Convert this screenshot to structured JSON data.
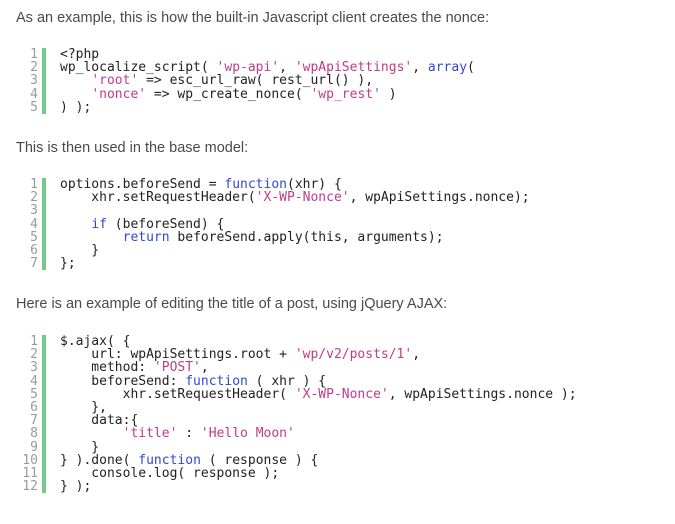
{
  "paragraphs": [
    "As an example, this is how the built-in Javascript client creates the nonce:",
    "This is then used in the base model:",
    "Here is an example of editing the title of a post, using jQuery AJAX:"
  ],
  "code_blocks": [
    {
      "lines": [
        {
          "n": "1",
          "segs": [
            {
              "t": "<?php",
              "c": ""
            }
          ]
        },
        {
          "n": "2",
          "segs": [
            {
              "t": "wp_localize_script( ",
              "c": ""
            },
            {
              "t": "'wp-api'",
              "c": "str"
            },
            {
              "t": ", ",
              "c": ""
            },
            {
              "t": "'wpApiSettings'",
              "c": "str"
            },
            {
              "t": ", ",
              "c": ""
            },
            {
              "t": "array",
              "c": "kw"
            },
            {
              "t": "(",
              "c": ""
            }
          ]
        },
        {
          "n": "3",
          "segs": [
            {
              "t": "    ",
              "c": ""
            },
            {
              "t": "'root'",
              "c": "str"
            },
            {
              "t": " => esc_url_raw( rest_url() ),",
              "c": ""
            }
          ]
        },
        {
          "n": "4",
          "segs": [
            {
              "t": "    ",
              "c": ""
            },
            {
              "t": "'nonce'",
              "c": "str"
            },
            {
              "t": " => wp_create_nonce( ",
              "c": ""
            },
            {
              "t": "'wp_rest'",
              "c": "str"
            },
            {
              "t": " )",
              "c": ""
            }
          ]
        },
        {
          "n": "5",
          "segs": [
            {
              "t": ") );",
              "c": ""
            }
          ]
        }
      ]
    },
    {
      "lines": [
        {
          "n": "1",
          "segs": [
            {
              "t": "options.beforeSend = ",
              "c": ""
            },
            {
              "t": "function",
              "c": "kw"
            },
            {
              "t": "(xhr) {",
              "c": ""
            }
          ]
        },
        {
          "n": "2",
          "segs": [
            {
              "t": "    xhr.setRequestHeader(",
              "c": ""
            },
            {
              "t": "'X-WP-Nonce'",
              "c": "str"
            },
            {
              "t": ", wpApiSettings.nonce);",
              "c": ""
            }
          ]
        },
        {
          "n": "3",
          "segs": []
        },
        {
          "n": "4",
          "segs": [
            {
              "t": "    ",
              "c": ""
            },
            {
              "t": "if",
              "c": "kw"
            },
            {
              "t": " (beforeSend) {",
              "c": ""
            }
          ]
        },
        {
          "n": "5",
          "segs": [
            {
              "t": "        ",
              "c": ""
            },
            {
              "t": "return",
              "c": "kw"
            },
            {
              "t": " beforeSend.apply(this, arguments);",
              "c": ""
            }
          ]
        },
        {
          "n": "6",
          "segs": [
            {
              "t": "    }",
              "c": ""
            }
          ]
        },
        {
          "n": "7",
          "segs": [
            {
              "t": "};",
              "c": ""
            }
          ]
        }
      ]
    },
    {
      "lines": [
        {
          "n": "1",
          "segs": [
            {
              "t": "$.ajax( {",
              "c": ""
            }
          ]
        },
        {
          "n": "2",
          "segs": [
            {
              "t": "    url: wpApiSettings.root + ",
              "c": ""
            },
            {
              "t": "'wp/v2/posts/1'",
              "c": "str"
            },
            {
              "t": ",",
              "c": ""
            }
          ]
        },
        {
          "n": "3",
          "segs": [
            {
              "t": "    method: ",
              "c": ""
            },
            {
              "t": "'POST'",
              "c": "str"
            },
            {
              "t": ",",
              "c": ""
            }
          ]
        },
        {
          "n": "4",
          "segs": [
            {
              "t": "    beforeSend: ",
              "c": ""
            },
            {
              "t": "function",
              "c": "kw"
            },
            {
              "t": " ( xhr ) {",
              "c": ""
            }
          ]
        },
        {
          "n": "5",
          "segs": [
            {
              "t": "        xhr.setRequestHeader( ",
              "c": ""
            },
            {
              "t": "'X-WP-Nonce'",
              "c": "str"
            },
            {
              "t": ", wpApiSettings.nonce );",
              "c": ""
            }
          ]
        },
        {
          "n": "6",
          "segs": [
            {
              "t": "    },",
              "c": ""
            }
          ]
        },
        {
          "n": "7",
          "segs": [
            {
              "t": "    data:{",
              "c": ""
            }
          ]
        },
        {
          "n": "8",
          "segs": [
            {
              "t": "        ",
              "c": ""
            },
            {
              "t": "'title'",
              "c": "str"
            },
            {
              "t": " : ",
              "c": ""
            },
            {
              "t": "'Hello Moon'",
              "c": "str"
            }
          ]
        },
        {
          "n": "9",
          "segs": [
            {
              "t": "    }",
              "c": ""
            }
          ]
        },
        {
          "n": "10",
          "segs": [
            {
              "t": "} ).done( ",
              "c": ""
            },
            {
              "t": "function",
              "c": "kw"
            },
            {
              "t": " ( response ) {",
              "c": ""
            }
          ]
        },
        {
          "n": "11",
          "segs": [
            {
              "t": "    console.log( response );",
              "c": ""
            }
          ]
        },
        {
          "n": "12",
          "segs": [
            {
              "t": "} );",
              "c": ""
            }
          ]
        }
      ]
    }
  ],
  "colors": {
    "string": "#c23a8a",
    "keyword": "#2f4ad1",
    "gutter_bar": "#75c98a",
    "line_number": "#9a9a9a"
  }
}
